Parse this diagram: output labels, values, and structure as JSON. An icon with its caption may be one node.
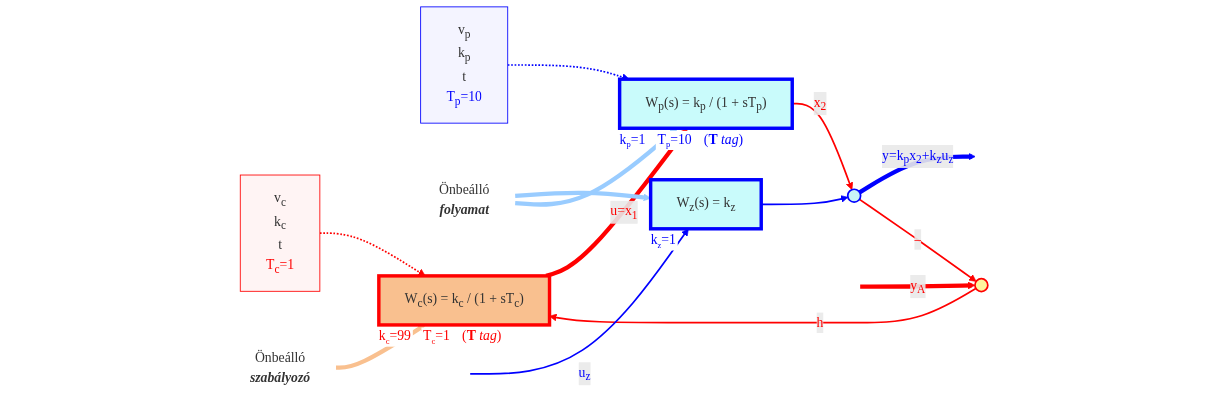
{
  "diagram": {
    "nodes": [
      {
        "text": [
          "v$_{c}$",
          "k$_{c}$",
          "t",
          "T$_{c}$=1"
        ]
      },
      {
        "text": [
          "Önbeálló",
          "szabályozó"
        ]
      },
      {
        "text": [
          "v$_{p}$",
          "k$_{p}$",
          "t",
          "T$_{p}$=10"
        ]
      },
      {
        "text": [
          "Önbeálló",
          "folyamat"
        ]
      },
      {
        "text": [
          "W$_{z}$(s) = k$_{z}$"
        ],
        "beside": [
          "k$_{z}$=1"
        ]
      },
      {
        "text": [],
        "shape": "circle"
      },
      {
        "text": [
          "W$_{c}$(s) = k$_{c}$ / (1 + sT$_{c}$)"
        ],
        "beside": [
          "k$_{c}$=99",
          "T$_{c}$=1",
          "(**T** *tag*)"
        ]
      },
      {
        "text": [
          "W$_{p}$(s) = k$_{p}$ / (1 + sT$_{p}$)"
        ],
        "beside": [
          "k$_{p}$=1",
          "T$_{p}$=10",
          "(**T** *tag*)"
        ]
      },
      {
        "text": [],
        "shape": "circle"
      }
    ],
    "edges": [
      {
        "from": null,
        "to": 5,
        "arrow": "to",
        "label": "y$_{A}$",
        "style": "thick"
      },
      {
        "from": 5,
        "to": 6,
        "arrow": "to",
        "label": "h"
      },
      {
        "from": 6,
        "to": 7,
        "arrow": "to",
        "label": "u=x$_{1}$",
        "style": "thick"
      },
      {
        "from": 7,
        "to": 8,
        "arrow": "to",
        "label": "x$_{2}$"
      },
      {
        "from": null,
        "to": 4,
        "arrow": "to",
        "label": "u$_{z}$",
        "color": "#0000ff"
      },
      {
        "from": 4,
        "to": 8,
        "arrow": "to",
        "color": "#0000ff"
      },
      {
        "from": 8,
        "to": null,
        "arrow": "to",
        "label": "y=k$_{p}$x$_{2}$+k$_{z}$u$_{z}$",
        "style": "thick",
        "color": "#0000ff"
      },
      {
        "from": 8,
        "to": 5,
        "arrow": "to",
        "label": "–"
      },
      {
        "from": 0,
        "to": 6,
        "arrow": "to",
        "style": "dashed"
      },
      {
        "from": 1,
        "to": 6,
        "arrow": "to",
        "style": "thick",
        "color": "#f9c08f"
      },
      {
        "from": 2,
        "to": 7,
        "arrow": "to",
        "style": "dashed",
        "color": "#0000ff"
      },
      {
        "from": 3,
        "to": 4,
        "arrow": "to",
        "style": "thick",
        "color": "#99ccff"
      },
      {
        "from": 3,
        "to": 7,
        "arrow": "to",
        "style": "thick",
        "color": "#99ccff"
      }
    ]
  }
}
